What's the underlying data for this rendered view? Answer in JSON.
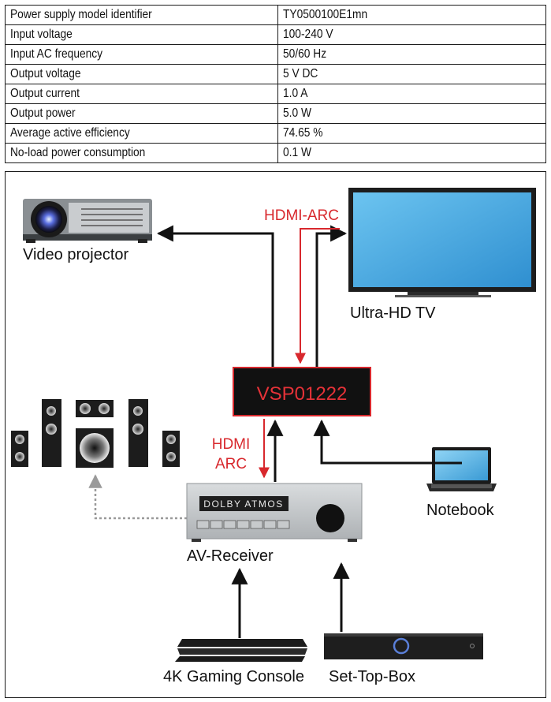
{
  "spec_table": {
    "rows": [
      {
        "label": "Power supply model identifier",
        "value": "TY0500100E1mn"
      },
      {
        "label": "Input voltage",
        "value": "100-240 V"
      },
      {
        "label": "Input AC frequency",
        "value": "50/60 Hz"
      },
      {
        "label": "Output voltage",
        "value": "5 V DC"
      },
      {
        "label": "Output current",
        "value": "1.0 A"
      },
      {
        "label": "Output power",
        "value": "5.0 W"
      },
      {
        "label": "Average active efficiency",
        "value": "74.65 %"
      },
      {
        "label": "No-load power consumption",
        "value": "0.1 W"
      }
    ]
  },
  "diagram": {
    "hub_label": "VSP01222",
    "hdmi_arc_top": "HDMI-ARC",
    "hdmi_arc_side_line1": "HDMI",
    "hdmi_arc_side_line2": "ARC",
    "receiver_display": "DOLBY ATMOS",
    "devices": {
      "projector": "Video projector",
      "tv": "Ultra-HD TV",
      "notebook": "Notebook",
      "receiver": "AV-Receiver",
      "console": "4K Gaming Console",
      "settop": "Set-Top-Box"
    },
    "colors": {
      "arc_red": "#d8282d",
      "hub_fill": "#111111",
      "hub_border": "#d8282d",
      "tv_screen": "#4fb3e8"
    }
  }
}
